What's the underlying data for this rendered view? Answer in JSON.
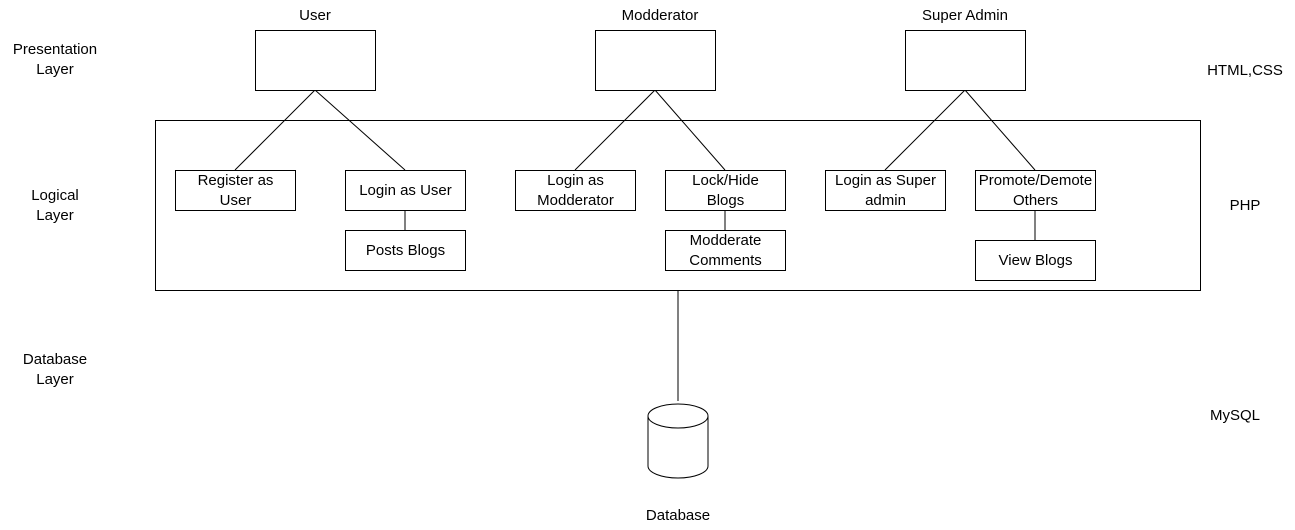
{
  "layers": {
    "presentation": "Presentation\nLayer",
    "logical": "Logical\nLayer",
    "database": "Database\nLayer"
  },
  "tech": {
    "presentation": "HTML,CSS",
    "logical": "PHP",
    "database": "MySQL"
  },
  "roles": {
    "user": "User",
    "moderator": "Modderator",
    "super_admin": "Super Admin"
  },
  "actions": {
    "register_user": "Register as\nUser",
    "login_user": "Login as User",
    "posts_blogs": "Posts Blogs",
    "login_moderator": "Login as\nModderator",
    "lock_hide_blogs": "Lock/Hide\nBlogs",
    "moderate_comments": "Modderate\nComments",
    "login_super_admin": "Login as Super\nadmin",
    "promote_demote": "Promote/Demote\nOthers",
    "view_blogs": "View Blogs"
  },
  "database_label": "Database"
}
